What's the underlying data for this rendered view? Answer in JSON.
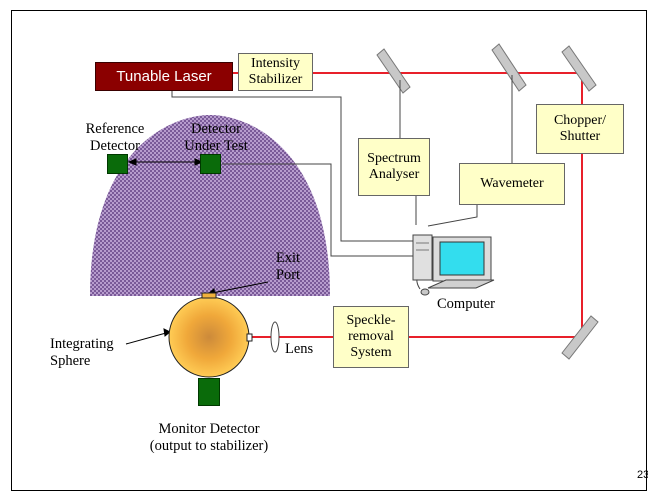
{
  "laser": {
    "label": "Tunable Laser"
  },
  "intensity_stabilizer": {
    "line1": "Intensity",
    "line2": "Stabilizer"
  },
  "chopper": {
    "line1": "Chopper/",
    "line2": "Shutter"
  },
  "spectrum_analyser": {
    "line1": "Spectrum",
    "line2": "Analyser"
  },
  "wavemeter": {
    "label": "Wavemeter"
  },
  "speckle": {
    "line1": "Speckle-",
    "line2": "removal",
    "line3": "System"
  },
  "reference_detector": {
    "line1": "Reference",
    "line2": "Detector"
  },
  "detector_under_test": {
    "line1": "Detector",
    "line2": "Under Test"
  },
  "exit_port": {
    "line1": "Exit",
    "line2": "Port"
  },
  "computer": {
    "label": "Computer"
  },
  "integrating_sphere": {
    "line1": "Integrating",
    "line2": "Sphere"
  },
  "lens": {
    "label": "Lens"
  },
  "monitor_detector": {
    "line1": "Monitor Detector",
    "line2": "(output to stabilizer)"
  },
  "slide_number": "23",
  "colors": {
    "beam": "#e8202a",
    "laser": "#8b0000",
    "box_fill": "#ffffc8",
    "detector": "#0a6b0a",
    "dome": "#9a7fb0",
    "sphere": "#f2b23c"
  }
}
